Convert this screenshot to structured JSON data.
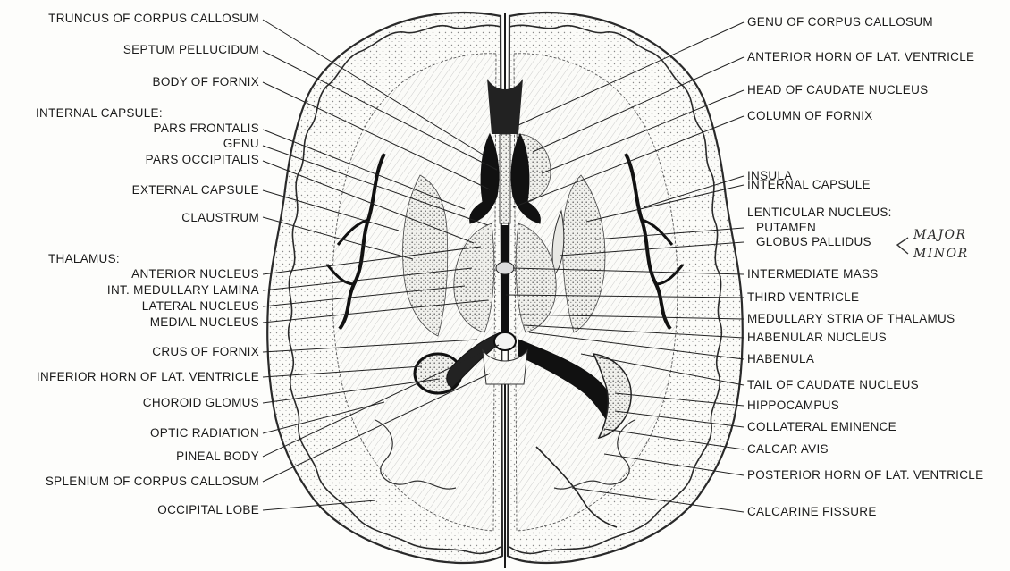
{
  "diagram": {
    "left_labels": {
      "truncus": "TRUNCUS OF CORPUS CALLOSUM",
      "septum": "SEPTUM PELLUCIDUM",
      "body_fornix": "BODY OF FORNIX",
      "internal_capsule_heading": "INTERNAL CAPSULE:",
      "pars_frontalis": "PARS FRONTALIS",
      "genu": "GENU",
      "pars_occipitalis": "PARS OCCIPITALIS",
      "external_capsule": "EXTERNAL CAPSULE",
      "claustrum": "CLAUSTRUM",
      "thalamus_heading": "THALAMUS:",
      "anterior_nucleus": "ANTERIOR NUCLEUS",
      "int_medullary_lamina": "INT. MEDULLARY LAMINA",
      "lateral_nucleus": "LATERAL NUCLEUS",
      "medial_nucleus": "MEDIAL NUCLEUS",
      "crus_fornix": "CRUS OF FORNIX",
      "inferior_horn": "INFERIOR HORN OF LAT. VENTRICLE",
      "choroid_glomus": "CHOROID GLOMUS",
      "optic_radiation": "OPTIC RADIATION",
      "pineal_body": "PINEAL BODY",
      "splenium": "SPLENIUM OF CORPUS CALLOSUM",
      "occipital_lobe": "OCCIPITAL LOBE"
    },
    "right_labels": {
      "genu_cc": "GENU OF CORPUS CALLOSUM",
      "anterior_horn": "ANTERIOR HORN OF LAT. VENTRICLE",
      "head_caudate": "HEAD OF CAUDATE NUCLEUS",
      "column_fornix": "COLUMN OF FORNIX",
      "insula": "INSULA",
      "internal_capsule": "INTERNAL CAPSULE",
      "lenticular_heading": "LENTICULAR NUCLEUS:",
      "putamen": "PUTAMEN",
      "globus_pallidus": "GLOBUS PALLIDUS",
      "intermediate_mass": "INTERMEDIATE MASS",
      "third_ventricle": "THIRD VENTRICLE",
      "medullary_stria": "MEDULLARY STRIA OF THALAMUS",
      "habenular_nucleus": "HABENULAR NUCLEUS",
      "habenula": "HABENULA",
      "tail_caudate": "TAIL OF CAUDATE NUCLEUS",
      "hippocampus": "HIPPOCAMPUS",
      "collateral_eminence": "COLLATERAL EMINENCE",
      "calcar_avis": "CALCAR AVIS",
      "posterior_horn": "POSTERIOR HORN OF LAT. VENTRICLE",
      "calcarine_fissure": "CALCARINE FISSURE"
    },
    "handwritten": {
      "major": "MAJOR",
      "minor": "MINOR"
    }
  }
}
